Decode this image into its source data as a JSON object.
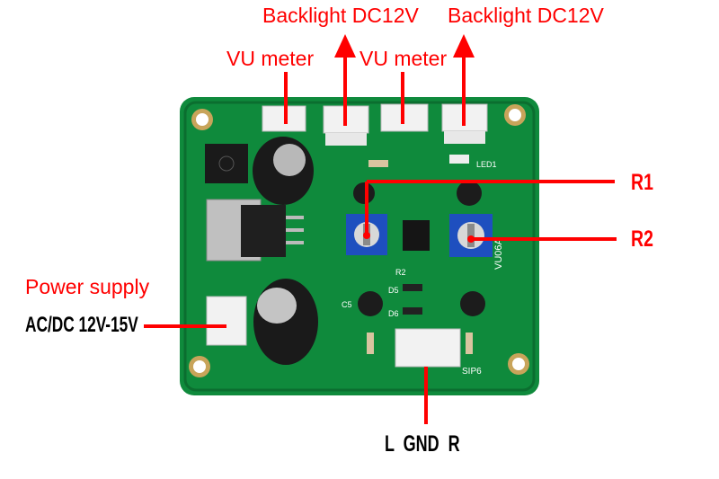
{
  "labels": {
    "backlight_left": "Backlight DC12V",
    "backlight_right": "Backlight DC12V",
    "vu_left": "VU meter",
    "vu_right": "VU meter",
    "r1": "R1",
    "r2": "R2",
    "power_supply": "Power supply",
    "power_input": "AC/DC 12V-15V",
    "audio_input": "L  GND  R"
  },
  "board_text": {
    "led": "LED1",
    "sip": "SIP6",
    "c5": "C5",
    "d5": "D5",
    "d6": "D6",
    "r2": "R2",
    "model": "VU06A"
  },
  "colors": {
    "pcb": "#0f8a3c",
    "annotation": "#ff0000"
  }
}
